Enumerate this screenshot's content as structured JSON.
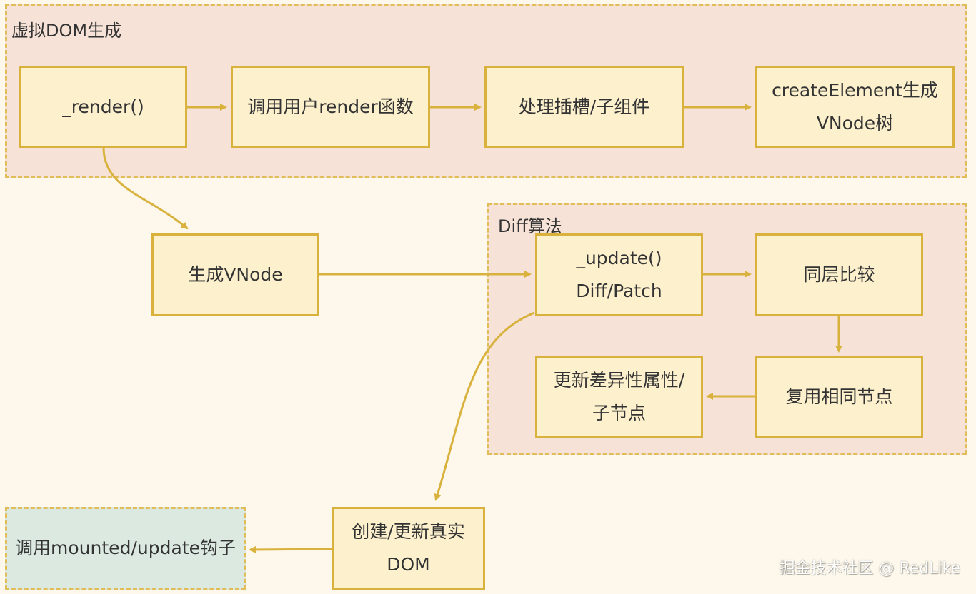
{
  "groups": {
    "vdom": {
      "title": "虚拟DOM生成"
    },
    "diff": {
      "title": "Diff算法"
    }
  },
  "nodes": {
    "render": {
      "lines": [
        "_render()"
      ]
    },
    "call_user_render": {
      "lines": [
        "调用用户render函数"
      ]
    },
    "handle_slots": {
      "lines": [
        "处理插槽/子组件"
      ]
    },
    "create_element": {
      "lines": [
        "createElement生成",
        "VNode树"
      ]
    },
    "gen_vnode": {
      "lines": [
        "生成VNode"
      ]
    },
    "update_patch": {
      "lines": [
        "_update()",
        "Diff/Patch"
      ]
    },
    "same_level": {
      "lines": [
        "同层比较"
      ]
    },
    "reuse_nodes": {
      "lines": [
        "复用相同节点"
      ]
    },
    "update_attrs": {
      "lines": [
        "更新差异性属性/",
        "子节点"
      ]
    },
    "create_real_dom": {
      "lines": [
        "创建/更新真实",
        "DOM"
      ]
    },
    "mounted_hook": {
      "lines": [
        "调用mounted/update钩子"
      ]
    }
  },
  "edges": [
    {
      "from": "render",
      "to": "call_user_render"
    },
    {
      "from": "call_user_render",
      "to": "handle_slots"
    },
    {
      "from": "handle_slots",
      "to": "create_element"
    },
    {
      "from": "render",
      "to": "gen_vnode"
    },
    {
      "from": "gen_vnode",
      "to": "update_patch"
    },
    {
      "from": "update_patch",
      "to": "same_level"
    },
    {
      "from": "same_level",
      "to": "reuse_nodes"
    },
    {
      "from": "reuse_nodes",
      "to": "update_attrs"
    },
    {
      "from": "update_patch",
      "to": "create_real_dom"
    },
    {
      "from": "create_real_dom",
      "to": "mounted_hook"
    }
  ],
  "colors": {
    "edge": "#d8b23d",
    "node_border": "#d8b23d",
    "node_fill": "#fcf0cd",
    "group_fill": "#f6e2d6",
    "group_border": "#e0bd58",
    "hook_fill": "#dbe9e1",
    "background": "#fdf8eb"
  },
  "watermark": "掘金技术社区 @ RedLike"
}
